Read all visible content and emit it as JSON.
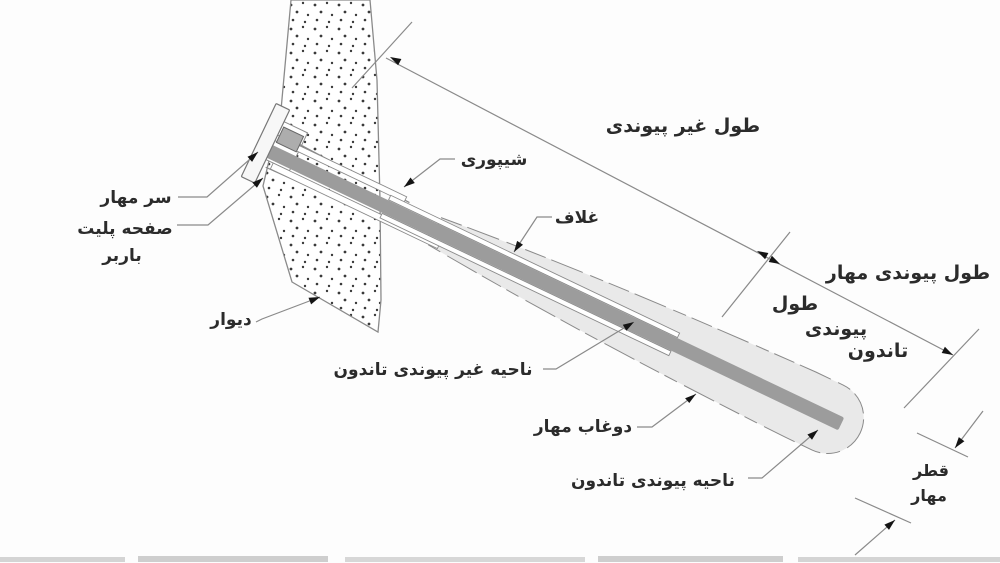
{
  "figure": {
    "kind": "scanned engineering diagram",
    "subject": "ground anchor (tieback) components, isometric view through a wall",
    "language": "fa",
    "text_direction": "rtl"
  },
  "labels": {
    "anchor_head": "سر مهار",
    "bearing_plate_line1": "صفحه پلیت",
    "bearing_plate_line2": "باربر",
    "wall": "دیوار",
    "trumpet": "شیپوری",
    "sheath": "غلاف",
    "unbonded_length": "طول غیر پیوندی",
    "anchor_bond_length": "طول پیوندی مهار",
    "tendon_bond_length_line1": "طول",
    "tendon_bond_length_line2": "پیوندی",
    "tendon_bond_length_line3": "تاندون",
    "tendon_unbonded_zone": "ناحیه غیر پیوندی تاندون",
    "anchor_grout": "دوغاب مهار",
    "tendon_bonded_zone": "ناحیه پیوندی تاندون",
    "anchor_diameter_line1": "قطر",
    "anchor_diameter_line2": "مهار"
  },
  "colors": {
    "background": "#fdfdfd",
    "line": "#8a8a8a",
    "text": "#2b2b2b",
    "tendon": "#9c9c9c",
    "grout": "#e9e9e9",
    "wall_fill": "#ffffff",
    "arrow": "#141414",
    "plate": "#f7f7f7",
    "head_block": "#adadad",
    "scan_strip": "#c9c9c9"
  }
}
